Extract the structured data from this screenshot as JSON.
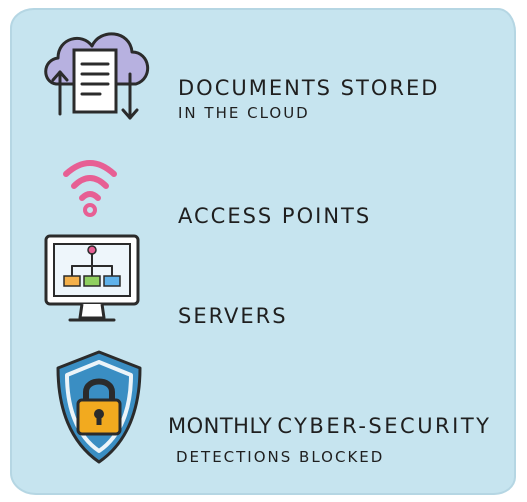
{
  "items": [
    {
      "icon": "cloud-documents-icon",
      "main": "DOCUMENTS STORED",
      "sub": "IN THE CLOUD"
    },
    {
      "icon": "wifi-icon",
      "main": "ACCESS POINTS"
    },
    {
      "icon": "server-monitor-icon",
      "main": "SERVERS"
    },
    {
      "icon": "shield-lock-icon",
      "main_prefix": "MONTHLY",
      "main": "CYBER-SECURITY",
      "sub": "DETECTIONS BLOCKED"
    }
  ],
  "colors": {
    "background": "#c6e4ef",
    "cloud": "#b7b1e0",
    "wifi": "#e75f94",
    "shield": "#3a8ec3",
    "lock": "#f2aa1f",
    "node_orange": "#f4b04a",
    "node_green": "#8fcf5f",
    "node_blue": "#5fb2ea"
  }
}
